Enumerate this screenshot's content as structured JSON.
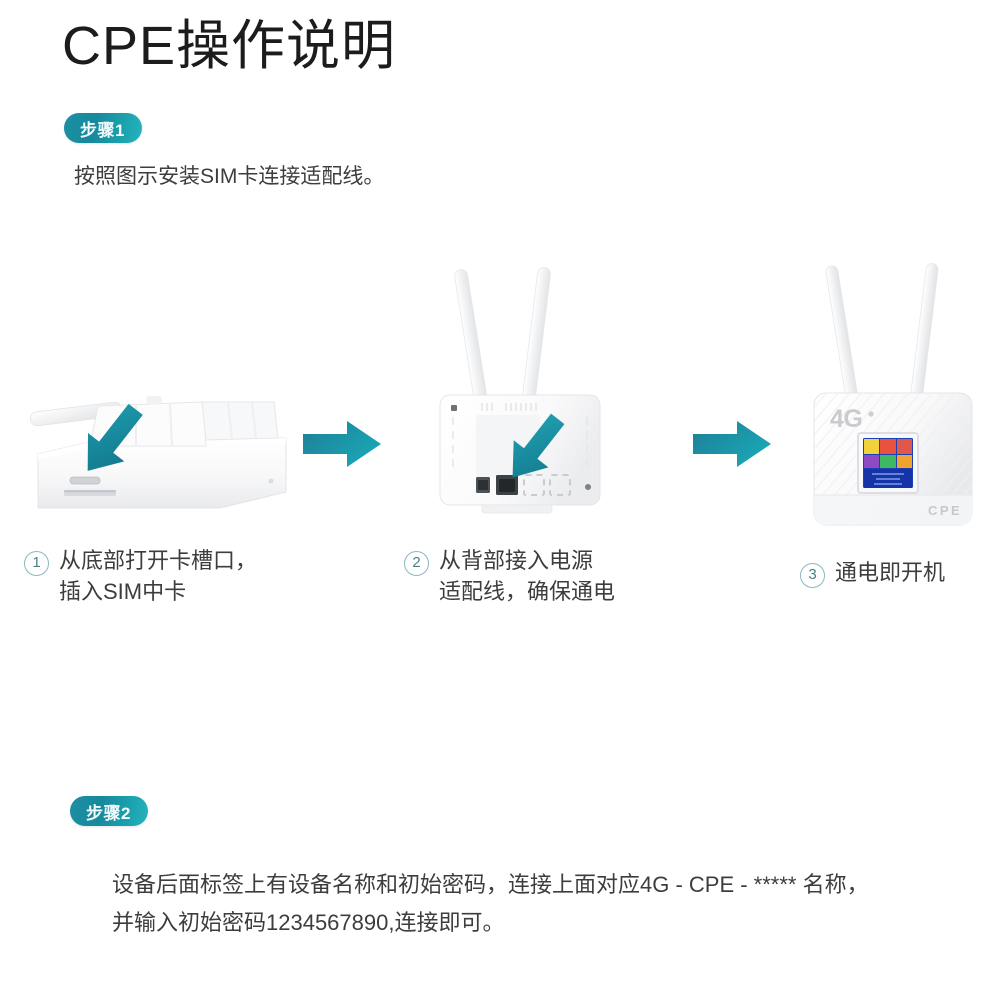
{
  "title": "CPE操作说明",
  "steps": [
    {
      "badge": "步骤1",
      "description": "按照图示安装SIM卡连接适配线。"
    },
    {
      "badge": "步骤2",
      "description": "设备后面标签上有设备名称和初始密码，连接上面对应4G - CPE - *****  名称，\n并输入初始密码1234567890,连接即可。"
    }
  ],
  "flow": {
    "devices": [
      {
        "id": "device-bottom-sim",
        "view": "bottom",
        "arrow_direction": "down-left",
        "annotation": "sim-slot"
      },
      {
        "id": "device-back-ports",
        "view": "back",
        "arrow_direction": "down-left",
        "annotation": "power-and-lan-ports"
      },
      {
        "id": "device-front-display",
        "view": "front",
        "brand_mark": "4G",
        "model_mark": "CPE",
        "annotation": "lcd-screen"
      }
    ],
    "arrows": [
      "arrow-right",
      "arrow-right"
    ],
    "captions": [
      {
        "number": "1",
        "text": "从底部打开卡槽口，\n插入SIM中卡"
      },
      {
        "number": "2",
        "text": "从背部接入电源\n适配线，确保通电"
      },
      {
        "number": "3",
        "text": "通电即开机"
      }
    ]
  },
  "colors": {
    "accent_teal": "#1b8fa1",
    "accent_teal_light": "#25b4bd",
    "arrow_teal": "#1a8ba0",
    "text": "#3d3d3d",
    "title": "#1c1c1c",
    "background": "#ffffff",
    "circle_outline": "#8bb8bd",
    "device_white": "#fdfdfd"
  }
}
